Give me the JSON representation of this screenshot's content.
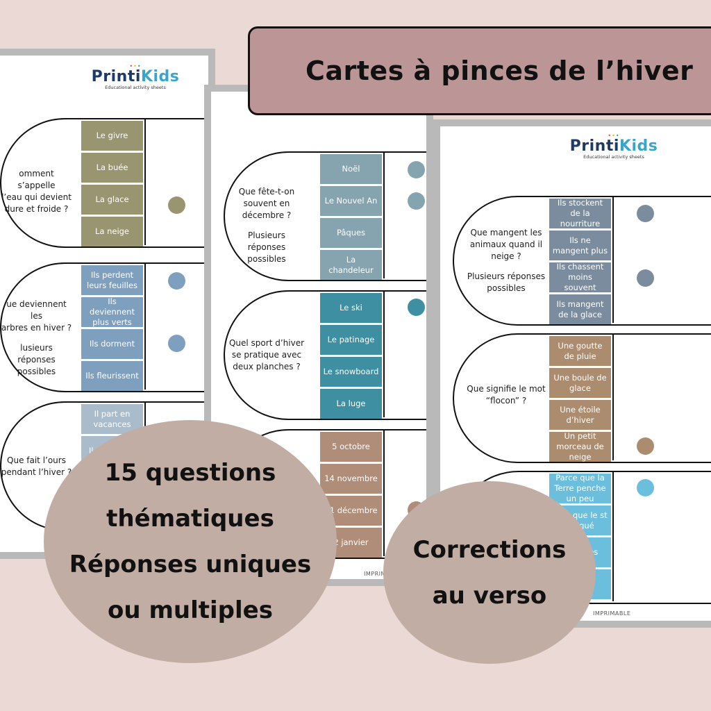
{
  "title": "Cartes à pinces de l’hiver",
  "logo": {
    "brand_a": "Printi",
    "brand_b": "Kids",
    "tagline": "Educational activity sheets"
  },
  "badges": {
    "left": [
      "15 questions",
      "thématiques",
      "Réponses uniques",
      "ou multiples"
    ],
    "right": [
      "Corrections",
      "au verso"
    ]
  },
  "sheet_left": {
    "cards": [
      {
        "question": [
          "omment s’appelle",
          "l’eau qui devient",
          "dure et froide ?"
        ],
        "options": [
          "Le givre",
          "La buée",
          "La glace",
          "La neige"
        ],
        "color": "#9a9571"
      },
      {
        "question": [
          "ue deviennent les",
          "arbres en hiver ?"
        ],
        "note": [
          "lusieurs réponses",
          "possibles"
        ],
        "options": [
          "Ils perdent leurs feuilles",
          "Ils deviennent plus verts",
          "Ils dorment",
          "Ils fleurissent"
        ],
        "color": "#7e9fbd"
      },
      {
        "question": [
          "Que fait l’ours",
          "pendant l’hiver ?"
        ],
        "options": [
          "Il part en vacances",
          "Il cherche d"
        ],
        "color": "#aabccc"
      }
    ]
  },
  "sheet_middle": {
    "cards": [
      {
        "question": [
          "Que fête-t-on",
          "souvent en",
          "décembre ?"
        ],
        "note": [
          "Plusieurs réponses",
          "possibles"
        ],
        "options": [
          "Noël",
          "Le Nouvel An",
          "Pâques",
          "La chandeleur"
        ],
        "color": "#86a3b0"
      },
      {
        "question": [
          "Quel sport d’hiver",
          "se pratique avec",
          "deux planches ?"
        ],
        "options": [
          "Le ski",
          "Le patinage",
          "Le snowboard",
          "La luge"
        ],
        "color": "#3f8fa2"
      },
      {
        "question": [],
        "options": [
          "5 octobre",
          "14 novembre",
          "21 décembre",
          "2 janvier"
        ],
        "color": "#b08d79"
      }
    ],
    "footer": "IMPRIMABLE"
  },
  "sheet_right": {
    "cards": [
      {
        "question": [
          "Que mangent les",
          "animaux quand il",
          "neige ?"
        ],
        "note": [
          "Plusieurs réponses",
          "possibles"
        ],
        "options": [
          "Ils stockent de la nourriture",
          "Ils ne mangent plus",
          "Ils chassent moins souvent",
          "Ils mangent de la glace"
        ],
        "color": "#7b8c9e"
      },
      {
        "question": [
          "Que signifie le mot",
          "“flocon” ?"
        ],
        "options": [
          "Une goutte de pluie",
          "Une boule de glace",
          "Une étoile d’hiver",
          "Un petit morceau de neige"
        ],
        "color": "#ac8c6f"
      },
      {
        "question": [],
        "options": [
          "Parce que la Terre penche un peu",
          "arce que le st fatigué",
          "il y a ges",
          "n ure"
        ],
        "color": "#6bbfdc"
      }
    ],
    "footer": "IMPRIMABLE"
  },
  "colors": {
    "background": "#ead9d4",
    "title_box": "#bc9696",
    "badge": "#c2ada5"
  }
}
